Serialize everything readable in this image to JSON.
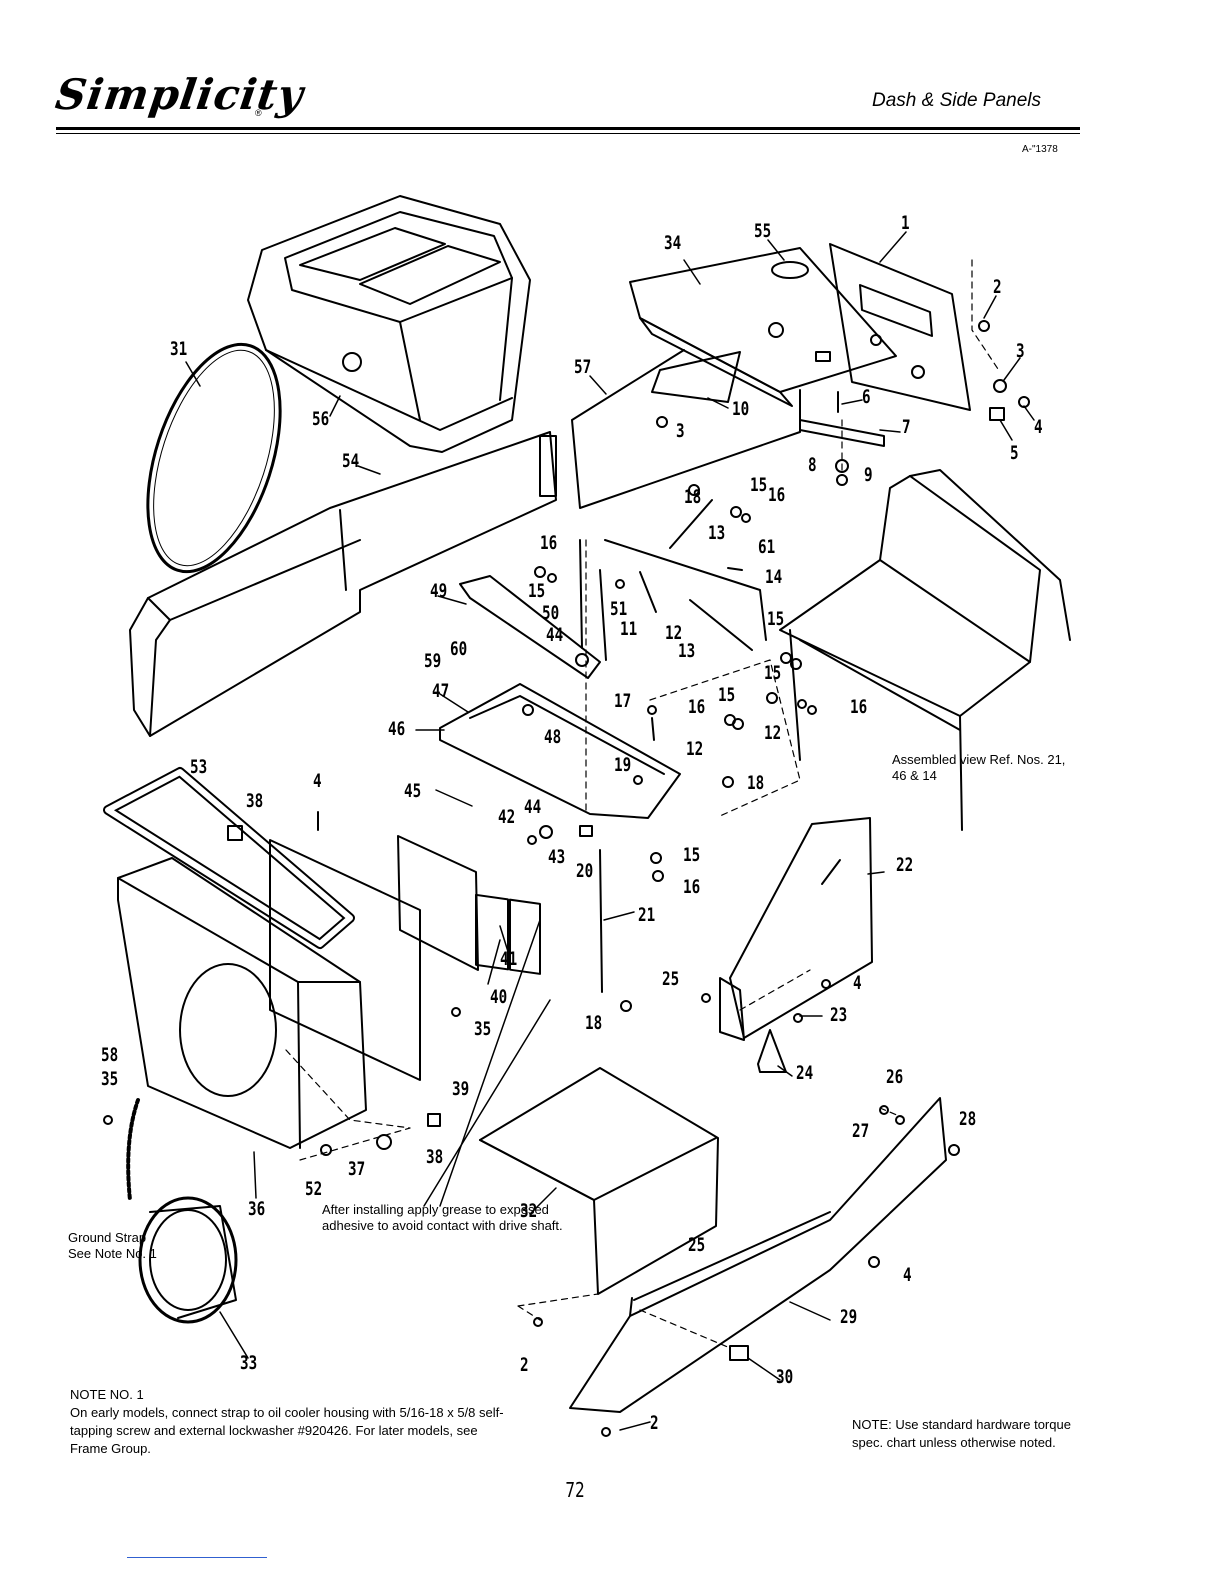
{
  "header": {
    "brand": "Simplicity",
    "brand_mark": "®",
    "section_title": "Dash & Side Panels",
    "drawing_code": "A-\"1378"
  },
  "callouts": [
    "1",
    "2",
    "3",
    "4",
    "5",
    "6",
    "7",
    "8",
    "9",
    "10",
    "11",
    "12",
    "13",
    "14",
    "15",
    "16",
    "17",
    "18",
    "19",
    "20",
    "21",
    "22",
    "23",
    "24",
    "25",
    "26",
    "27",
    "28",
    "29",
    "30",
    "31",
    "32",
    "33",
    "34",
    "35",
    "36",
    "37",
    "38",
    "39",
    "40",
    "41",
    "42",
    "43",
    "44",
    "45",
    "46",
    "47",
    "48",
    "49",
    "50",
    "51",
    "52",
    "53",
    "54",
    "55",
    "56",
    "57",
    "58",
    "59",
    "60",
    "61"
  ],
  "labels": {
    "assembled_view": "Assembled view Ref. Nos. 21, 46 & 14",
    "grease_note": "After installing apply grease to exposed adhesive to avoid contact with drive shaft.",
    "ground_strap": "Ground Strap See Note No. 1"
  },
  "notes": {
    "note1_title": "NOTE NO. 1",
    "note1_body": "On early models, connect strap to oil cooler housing with 5/16-18 x 5/8 self-tapping screw and external lockwasher #920426. For later models, see Frame Group.",
    "note2": "NOTE: Use standard hardware torque spec. chart unless otherwise noted."
  },
  "footer": {
    "page_number": "72"
  }
}
